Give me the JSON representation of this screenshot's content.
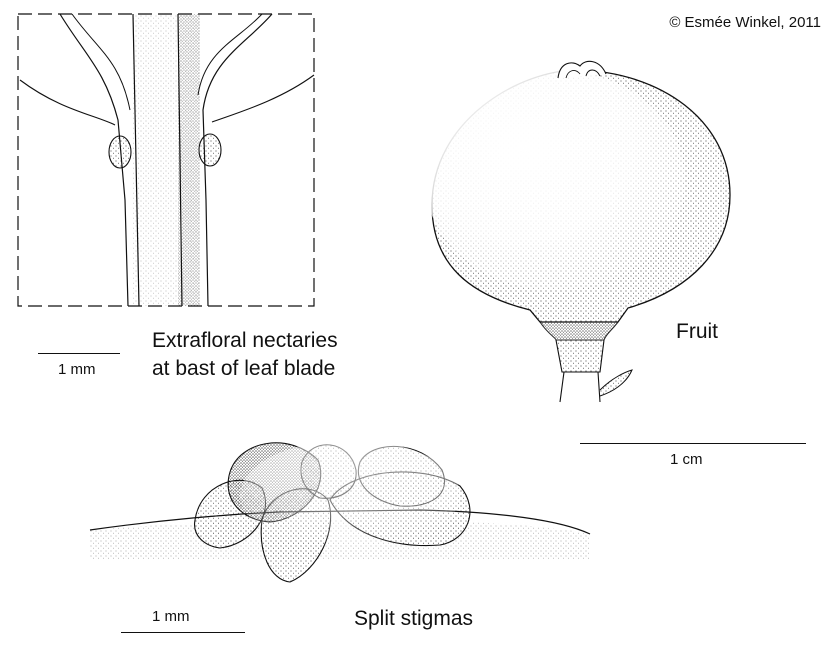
{
  "copyright": "© Esmée Winkel, 2011",
  "panels": {
    "nectaries": {
      "caption_line1": "Extrafloral nectaries",
      "caption_line2": "at bast of leaf blade",
      "scale_label": "1 mm"
    },
    "fruit": {
      "caption": "Fruit",
      "scale_label": "1 cm"
    },
    "stigmas": {
      "caption": "Split stigmas",
      "scale_label": "1 mm"
    }
  },
  "colors": {
    "ink": "#111111",
    "paper": "#ffffff"
  }
}
